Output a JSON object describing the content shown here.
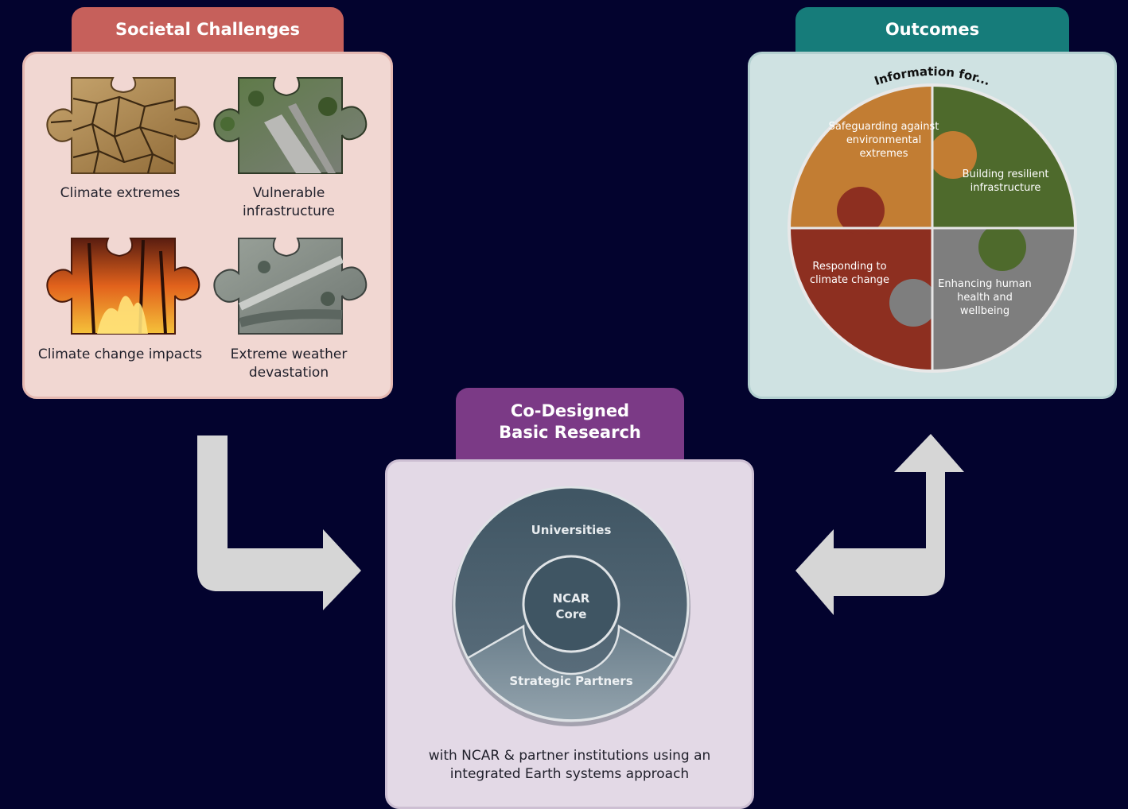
{
  "challenges": {
    "title": "Societal Challenges",
    "items": [
      {
        "label": "Climate extremes"
      },
      {
        "label": "Vulnerable infrastructure"
      },
      {
        "label": "Climate change impacts"
      },
      {
        "label": "Extreme weather devastation"
      }
    ]
  },
  "outcomes": {
    "title": "Outcomes",
    "arc_label": "Information for...",
    "pieces": [
      {
        "label": "Safeguarding against environmental extremes",
        "color": "#c27d33"
      },
      {
        "label": "Building resilient infrastructure",
        "color": "#4e6a2c"
      },
      {
        "label": "Responding to climate change",
        "color": "#8d2f20"
      },
      {
        "label": "Enhancing human health and wellbeing",
        "color": "#7e7e7e"
      }
    ]
  },
  "research": {
    "title_line1": "Co-Designed",
    "title_line2": "Basic Research",
    "ring_top": "Universities",
    "core_line1": "NCAR",
    "core_line2": "Core",
    "ring_bottom": "Strategic Partners",
    "caption": "with NCAR & partner institutions using an integrated Earth systems approach"
  },
  "colors": {
    "background": "#03032e",
    "challenges_tab": "#c6605b",
    "outcomes_tab": "#167c7a",
    "research_tab": "#7b3a86",
    "arrow": "#d6d6d6"
  }
}
